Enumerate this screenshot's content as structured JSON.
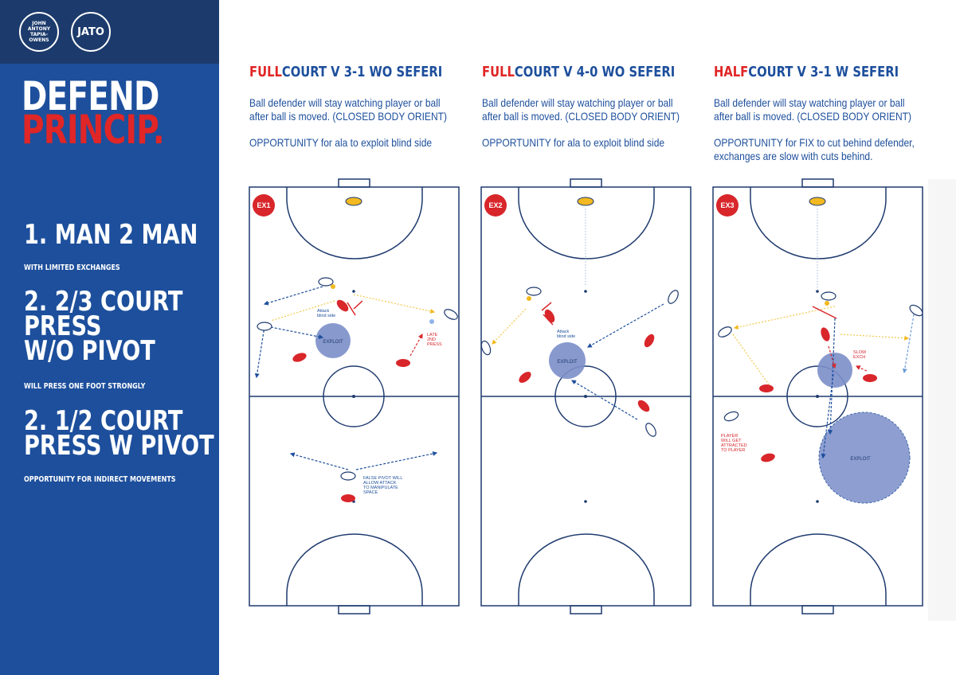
{
  "header": {
    "logo_name": "JOHN ANTONY TAPIA-OWENS",
    "logo_initials": "JATO"
  },
  "title": {
    "line1": "DEFEND",
    "line2": "PRINCIP."
  },
  "principles": [
    {
      "heading": "1. MAN 2 MAN",
      "sub": "WITH LIMITED EXCHANGES"
    },
    {
      "heading_lines": [
        "2. 2/3 COURT",
        "PRESS",
        "W/O PIVOT"
      ],
      "sub": "WILL PRESS ONE FOOT STRONGLY"
    },
    {
      "heading_lines": [
        "2. 1/2 COURT",
        "PRESS W PIVOT"
      ],
      "sub": "OPPORTUNITY FOR INDIRECT MOVEMENTS"
    }
  ],
  "columns": [
    {
      "title_highlight": "FULL",
      "title_rest": "COURT V 3-1 WO SEFERI",
      "desc1": "Ball defender will stay watching player or ball after ball is moved. (CLOSED BODY ORIENT)",
      "desc2": "OPPORTUNITY for ala to exploit blind side",
      "badge": "EX1",
      "labels": {
        "attack": [
          "Attack",
          "blind side"
        ],
        "exploit": "EXPLOIT",
        "late": [
          "LATE",
          "2ND",
          "PRESS"
        ],
        "false_pivot": [
          "FALSE PIVOT WILL",
          "ALLOW ATTACK",
          "TO MANIPULATE",
          "SPACE"
        ]
      }
    },
    {
      "title_highlight": "FULL",
      "title_rest": "COURT V 4-0 WO SEFERI",
      "desc1": "Ball defender will stay watching player or ball after ball is moved. (CLOSED BODY ORIENT)",
      "desc2": "OPPORTUNITY for ala to exploit blind side",
      "badge": "EX2",
      "labels": {
        "attack": [
          "Attack",
          "blind side"
        ],
        "exploit": "EXPLOIT"
      }
    },
    {
      "title_highlight": "HALF",
      "title_rest": "COURT V 3-1 W SEFERI",
      "desc1": "Ball defender will stay watching player or ball after ball is moved. (CLOSED BODY ORIENT)",
      "desc2": "OPPORTUNITY for FIX to cut behind defender, exchanges are slow with cuts behind.",
      "badge": "EX3",
      "labels": {
        "slow": [
          "SLOW",
          "EXCH"
        ],
        "exploit": "EXPLOIT",
        "player": [
          "PLAYER",
          "WILL GET",
          "ATTRACTED",
          "TO PLAYER"
        ]
      }
    }
  ],
  "colors": {
    "sidebar": "#1d4f9c",
    "sidebar_top": "#1c3b6c",
    "accent_red": "#e02626",
    "court_line": "#1e3a6e",
    "defender": "#d8262b",
    "attacker": "#ffffff",
    "keeper": "#f2b920",
    "zone": "#7b8ec9",
    "pass": "#f2c84b"
  }
}
